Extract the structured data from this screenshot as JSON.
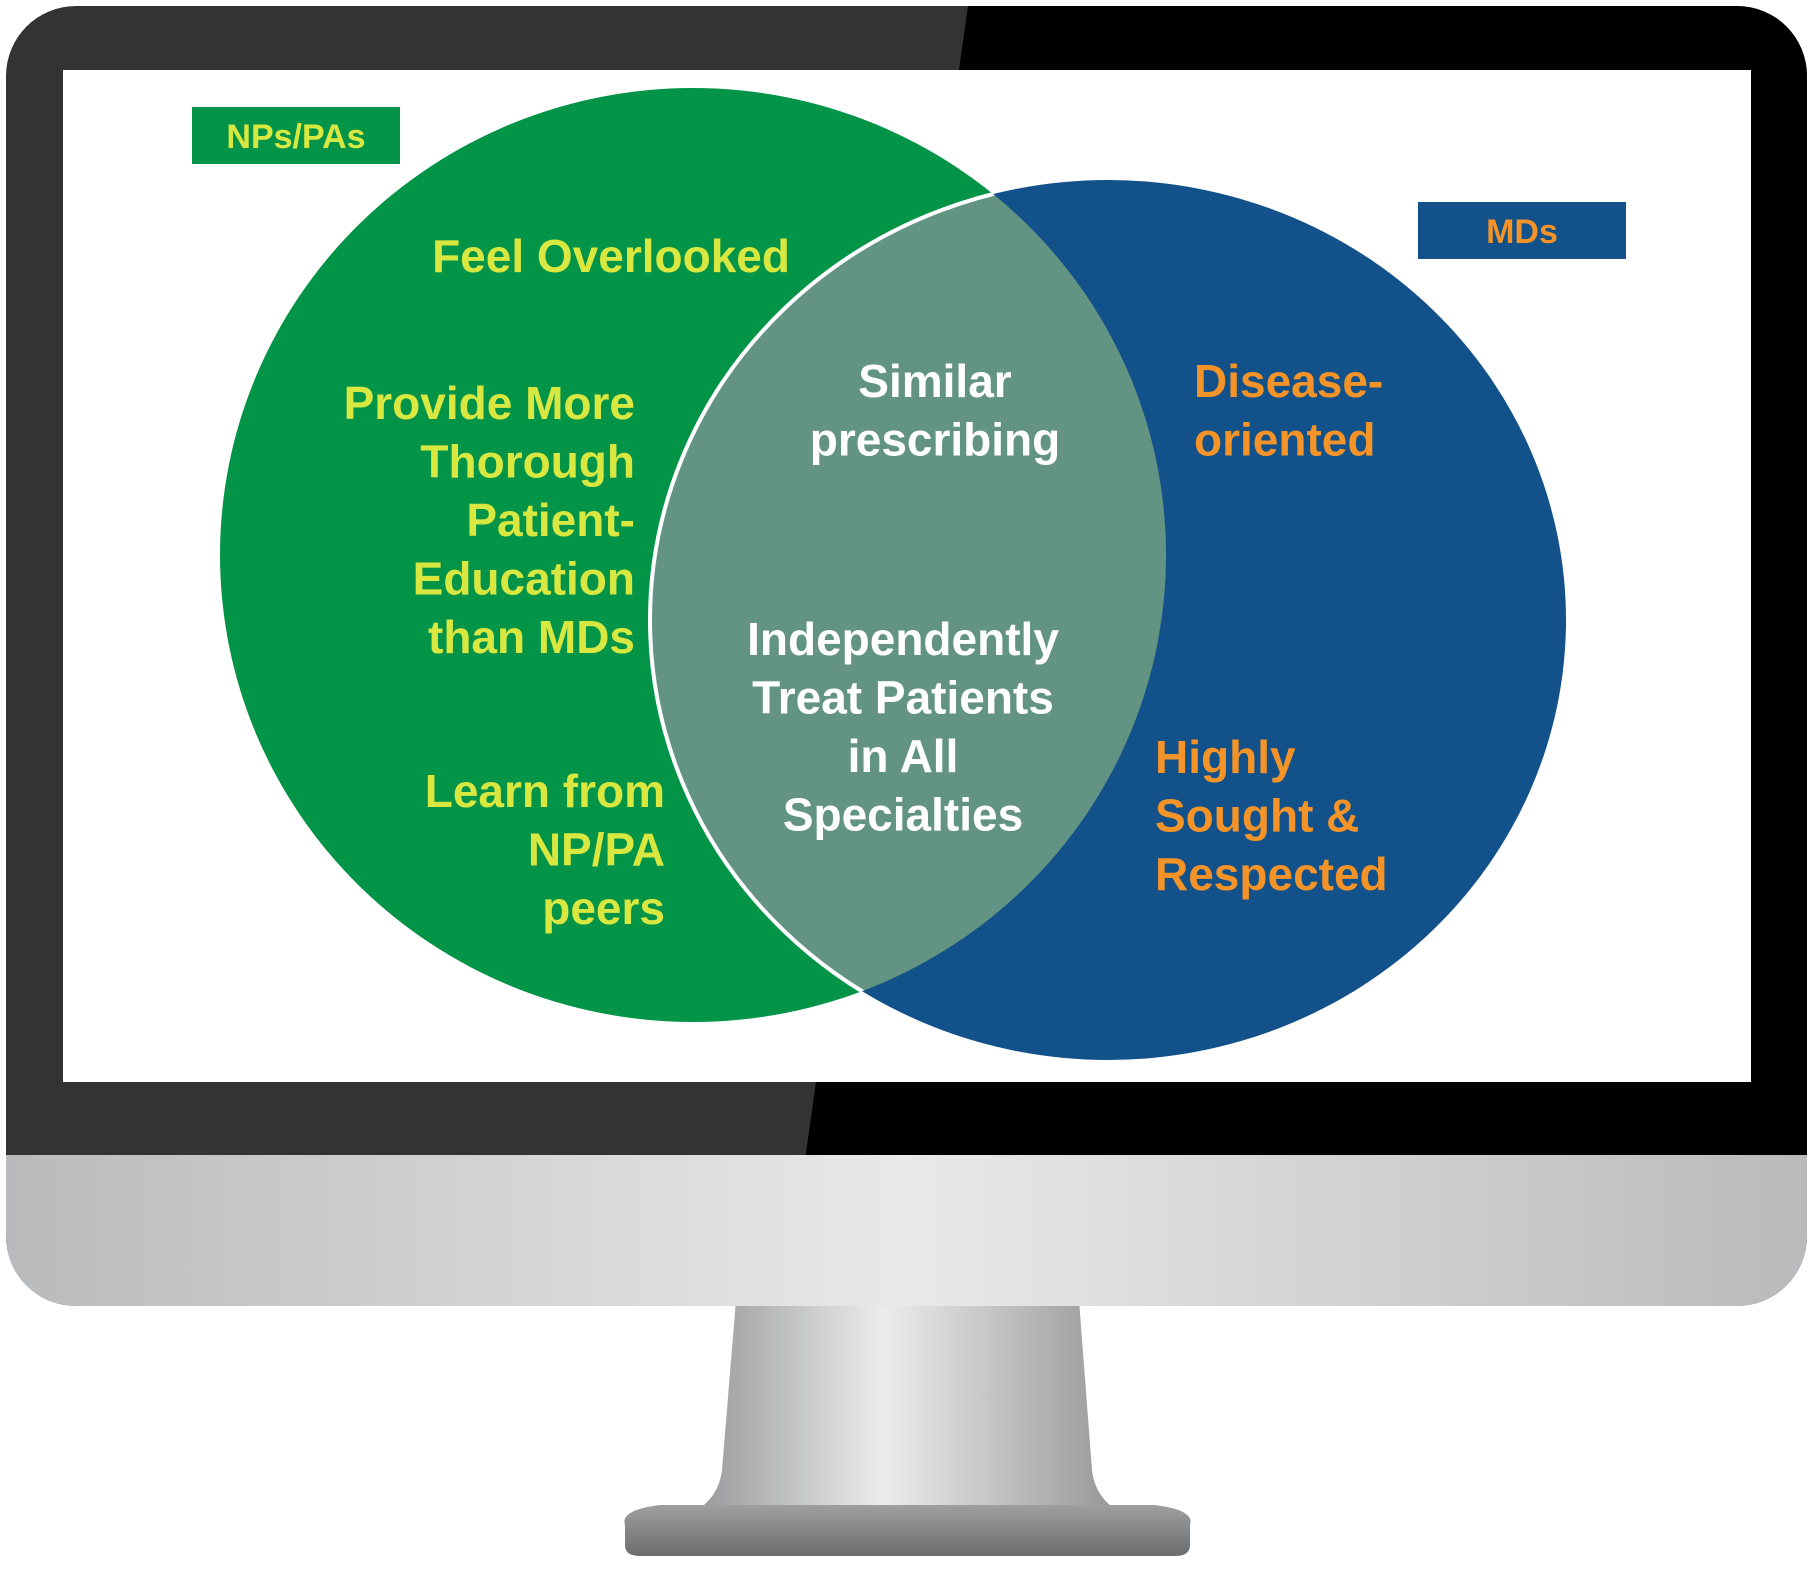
{
  "colors": {
    "bezel_light": "#333333",
    "bezel_dark": "#000000",
    "screen": "#ffffff",
    "chin_light": "#e8e9ea",
    "chin_dark": "#b9babc",
    "stand_light": "#ececec",
    "stand_dark": "#8f9091",
    "left_circle": "#039447",
    "right_circle": "#125189",
    "overlap": "#639483",
    "overlap_stroke": "#ffffff",
    "left_text": "#d9e841",
    "right_text": "#f39328",
    "center_text": "#ffffff"
  },
  "diagram": {
    "left_set": {
      "label": "NPs/PAs",
      "items": [
        [
          "Feel Overlooked"
        ],
        [
          "Provide More",
          "Thorough",
          "Patient-",
          "Education",
          "than MDs"
        ],
        [
          "Learn from",
          "NP/PA",
          "peers"
        ]
      ]
    },
    "right_set": {
      "label": "MDs",
      "items": [
        [
          "Disease-",
          "oriented"
        ],
        [
          "Highly",
          "Sought &",
          "Respected"
        ]
      ]
    },
    "overlap": {
      "items": [
        [
          "Similar",
          "prescribing"
        ],
        [
          "Independently",
          "Treat Patients",
          "in All",
          "Specialties"
        ]
      ]
    }
  }
}
